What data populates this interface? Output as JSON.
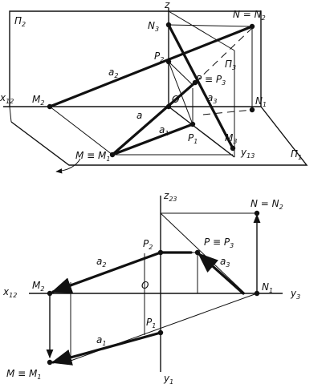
{
  "top": {
    "z": "z",
    "pi2": "Π",
    "pi2_sub": "2",
    "pi3": "Π",
    "pi3_sub": "3",
    "pi1": "Π",
    "pi1_sub": "1",
    "x12": "x",
    "x12_sub": "12",
    "y13": "y",
    "y13_sub": "13",
    "N3": "N",
    "N3_sub": "3",
    "N_N2": "N = N",
    "N_N2_sub": "2",
    "P2": "P",
    "P2_sub": "2",
    "P_P3": "P ≡ P",
    "P_P3_sub": "3",
    "a2": "a",
    "a2_sub": "2",
    "a3": "a",
    "a3_sub": "3",
    "a": "a",
    "a1": "a",
    "a1_sub": "1",
    "M2": "M",
    "M2_sub": "2",
    "O": "O",
    "N1": "N",
    "N1_sub": "1",
    "P1": "P",
    "P1_sub": "1",
    "M_M1": "M ≡ M",
    "M_M1_sub": "1",
    "M3": "M",
    "M3_sub": "3"
  },
  "bottom": {
    "z23": "z",
    "z23_sub": "23",
    "N_N2": "N = N",
    "N_N2_sub": "2",
    "P2": "P",
    "P2_sub": "2",
    "P_P3": "P ≡ P",
    "P_P3_sub": "3",
    "a2": "a",
    "a2_sub": "2",
    "a3": "a",
    "a3_sub": "3",
    "x12": "x",
    "x12_sub": "12",
    "M2": "M",
    "M2_sub": "2",
    "O": "O",
    "N1": "N",
    "N1_sub": "1",
    "y3": "y",
    "y3_sub": "3",
    "a1": "a",
    "a1_sub": "1",
    "P1": "P",
    "P1_sub": "1",
    "M_M1": "M ≡ M",
    "M_M1_sub": "1",
    "y1": "y",
    "y1_sub": "1"
  }
}
